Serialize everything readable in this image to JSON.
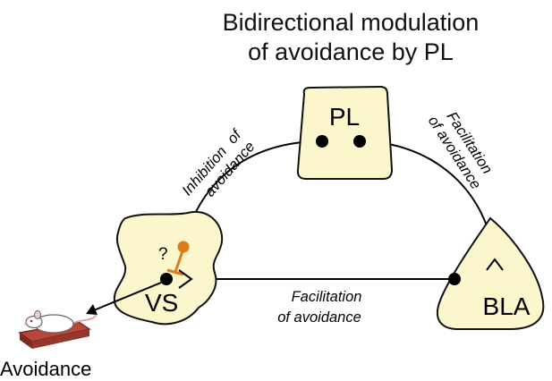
{
  "title": {
    "line1": "Bidirectional modulation",
    "line2": "of avoidance by PL"
  },
  "regions": {
    "pl": "PL",
    "vs": "VS",
    "bla": "BLA"
  },
  "pathways": {
    "pl_to_vs": {
      "line1": "Inhibition",
      "line1b": "of",
      "line2": "avoidance"
    },
    "pl_to_bla": {
      "line1": "Facilitation",
      "line2": "of avoidance"
    },
    "bla_to_vs": {
      "line1": "Facilitation",
      "line2": "of avoidance"
    }
  },
  "uncertain_mark": "?",
  "outcome": "Avoidance",
  "colors": {
    "region_fill": "#fbf6cc",
    "region_stroke": "#111111",
    "inhibitory_synapse": "#e07b1a",
    "rat_platform": "#b8473a",
    "rat_platform_dark": "#7a2b22"
  }
}
